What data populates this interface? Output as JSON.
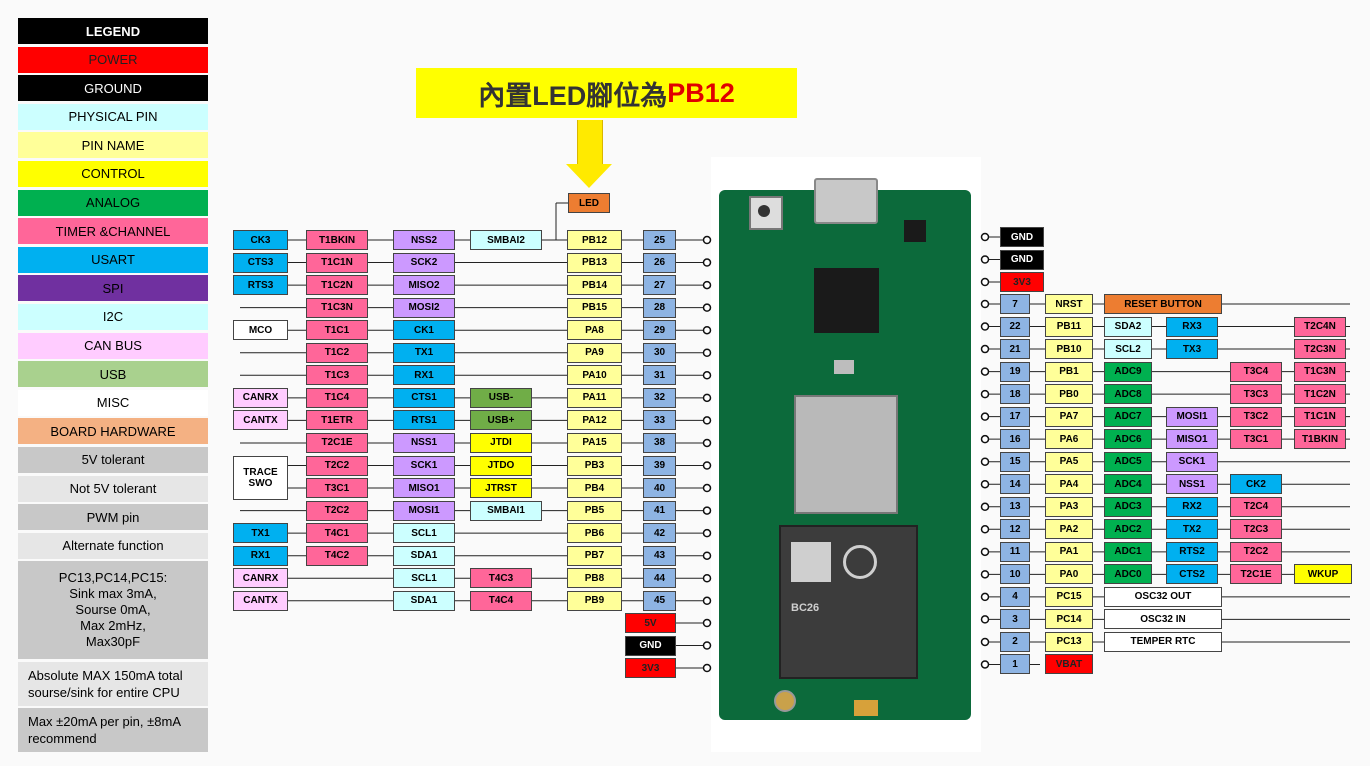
{
  "legend": [
    {
      "label": "LEGEND",
      "bg": "#000000",
      "fg": "#ffffff",
      "bold": true
    },
    {
      "label": "POWER",
      "bg": "#ff0000",
      "fg": "#222222"
    },
    {
      "label": "GROUND",
      "bg": "#000000",
      "fg": "#ffffff"
    },
    {
      "label": "PHYSICAL PIN",
      "bg": "#ccffff",
      "fg": "#000000"
    },
    {
      "label": "PIN NAME",
      "bg": "#ffff99",
      "fg": "#000000"
    },
    {
      "label": "CONTROL",
      "bg": "#ffff00",
      "fg": "#000000"
    },
    {
      "label": "ANALOG",
      "bg": "#00b050",
      "fg": "#000000"
    },
    {
      "label": "TIMER &CHANNEL",
      "bg": "#ff6699",
      "fg": "#000000"
    },
    {
      "label": "USART",
      "bg": "#00b0f0",
      "fg": "#000000"
    },
    {
      "label": "SPI",
      "bg": "#7030a0",
      "fg": "#000000"
    },
    {
      "label": "I2C",
      "bg": "#ccffff",
      "fg": "#000000"
    },
    {
      "label": "CAN BUS",
      "bg": "#ffccff",
      "fg": "#000000"
    },
    {
      "label": "USB",
      "bg": "#a9d18e",
      "fg": "#000000"
    },
    {
      "label": "MISC",
      "bg": "#ffffff",
      "fg": "#000000"
    },
    {
      "label": "BOARD HARDWARE",
      "bg": "#f4b183",
      "fg": "#000000"
    },
    {
      "label": "5V tolerant",
      "bg": "#c8c8c8",
      "fg": "#000000"
    },
    {
      "label": "Not 5V tolerant",
      "bg": "#e6e6e6",
      "fg": "#000000"
    },
    {
      "label": "PWM pin",
      "bg": "#c8c8c8",
      "fg": "#000000"
    },
    {
      "label": "Alternate function",
      "bg": "#e6e6e6",
      "fg": "#000000"
    },
    {
      "label": "PC13,PC14,PC15:\nSink max 3mA,\nSourse 0mA,\nMax 2mHz,\nMax30pF",
      "bg": "#c8c8c8",
      "fg": "#000000",
      "size": "tall"
    },
    {
      "label": "Absolute MAX 150mA total sourse/sink for entire CPU",
      "bg": "#e6e6e6",
      "fg": "#000000",
      "size": "mid"
    },
    {
      "label": "Max ±20mA per pin, ±8mA recommend",
      "bg": "#c8c8c8",
      "fg": "#000000",
      "size": "mid"
    }
  ],
  "callout": {
    "text": "內置LED腳位為",
    "highlight": "PB12"
  },
  "colors": {
    "physical": "#8eb4e3",
    "name": "#ffff99",
    "i2c": "#ccffff",
    "spi": "#cc99ff",
    "usart": "#00b0f0",
    "timer": "#ff6699",
    "can": "#ffccff",
    "usb": "#70ad47",
    "control": "#ffff00",
    "misc": "#ffffff",
    "analog": "#00b050",
    "power": "#ff0000",
    "ground": "#000000",
    "hardware": "#ed7d31",
    "smbai": "#ccffff"
  },
  "left_rows": [
    {
      "phys": "25",
      "pin": "PB12",
      "cells": [
        {
          "text": "CK3",
          "cat": "usart"
        },
        {
          "text": "T1BKIN",
          "cat": "timer"
        },
        {
          "text": "NSS2",
          "cat": "spi"
        },
        {
          "text": "SMBAI2",
          "cat": "smbai"
        }
      ]
    },
    {
      "phys": "26",
      "pin": "PB13",
      "cells": [
        {
          "text": "CTS3",
          "cat": "usart"
        },
        {
          "text": "T1C1N",
          "cat": "timer"
        },
        {
          "text": "SCK2",
          "cat": "spi"
        }
      ]
    },
    {
      "phys": "27",
      "pin": "PB14",
      "cells": [
        {
          "text": "RTS3",
          "cat": "usart"
        },
        {
          "text": "T1C2N",
          "cat": "timer"
        },
        {
          "text": "MISO2",
          "cat": "spi"
        }
      ]
    },
    {
      "phys": "28",
      "pin": "PB15",
      "cells": [
        {
          "text": "T1C3N",
          "cat": "timer"
        },
        {
          "text": "MOSI2",
          "cat": "spi"
        }
      ]
    },
    {
      "phys": "29",
      "pin": "PA8",
      "cells": [
        {
          "text": "MCO",
          "cat": "misc"
        },
        {
          "text": "T1C1",
          "cat": "timer"
        },
        {
          "text": "CK1",
          "cat": "usart"
        }
      ]
    },
    {
      "phys": "30",
      "pin": "PA9",
      "cells": [
        {
          "text": "T1C2",
          "cat": "timer"
        },
        {
          "text": "TX1",
          "cat": "usart"
        }
      ]
    },
    {
      "phys": "31",
      "pin": "PA10",
      "cells": [
        {
          "text": "T1C3",
          "cat": "timer"
        },
        {
          "text": "RX1",
          "cat": "usart"
        }
      ]
    },
    {
      "phys": "32",
      "pin": "PA11",
      "cells": [
        {
          "text": "CANRX",
          "cat": "can"
        },
        {
          "text": "T1C4",
          "cat": "timer"
        },
        {
          "text": "CTS1",
          "cat": "usart"
        },
        {
          "text": "USB-",
          "cat": "usb"
        }
      ]
    },
    {
      "phys": "33",
      "pin": "PA12",
      "cells": [
        {
          "text": "CANTX",
          "cat": "can"
        },
        {
          "text": "T1ETR",
          "cat": "timer"
        },
        {
          "text": "RTS1",
          "cat": "usart"
        },
        {
          "text": "USB+",
          "cat": "usb"
        }
      ]
    },
    {
      "phys": "38",
      "pin": "PA15",
      "cells": [
        {
          "text": "T2C1E",
          "cat": "timer"
        },
        {
          "text": "NSS1",
          "cat": "spi"
        },
        {
          "text": "JTDI",
          "cat": "control"
        }
      ]
    },
    {
      "phys": "39",
      "pin": "PB3",
      "cells": [
        {
          "text": "T2C2",
          "cat": "timer"
        },
        {
          "text": "SCK1",
          "cat": "spi"
        },
        {
          "text": "JTDO",
          "cat": "control"
        }
      ]
    },
    {
      "phys": "40",
      "pin": "PB4",
      "cells": [
        {
          "text": "T3C1",
          "cat": "timer"
        },
        {
          "text": "MISO1",
          "cat": "spi"
        },
        {
          "text": "JTRST",
          "cat": "control"
        }
      ]
    },
    {
      "phys": "41",
      "pin": "PB5",
      "cells": [
        {
          "text": "T2C2",
          "cat": "timer"
        },
        {
          "text": "MOSI1",
          "cat": "spi"
        },
        {
          "text": "SMBAI1",
          "cat": "smbai"
        }
      ]
    },
    {
      "phys": "42",
      "pin": "PB6",
      "cells": [
        {
          "text": "TX1",
          "cat": "usart"
        },
        {
          "text": "T4C1",
          "cat": "timer"
        },
        {
          "text": "SCL1",
          "cat": "i2c"
        }
      ]
    },
    {
      "phys": "43",
      "pin": "PB7",
      "cells": [
        {
          "text": "RX1",
          "cat": "usart"
        },
        {
          "text": "T4C2",
          "cat": "timer"
        },
        {
          "text": "SDA1",
          "cat": "i2c"
        }
      ]
    },
    {
      "phys": "44",
      "pin": "PB8",
      "cells": [
        {
          "text": "CANRX",
          "cat": "can"
        },
        {
          "text": "SCL1",
          "cat": "i2c"
        },
        {
          "text": "T4C3",
          "cat": "timer"
        }
      ]
    },
    {
      "phys": "45",
      "pin": "PB9",
      "cells": [
        {
          "text": "CANTX",
          "cat": "can"
        },
        {
          "text": "SDA1",
          "cat": "i2c"
        },
        {
          "text": "T4C4",
          "cat": "timer"
        }
      ]
    }
  ],
  "left_power": [
    {
      "text": "5V",
      "cat": "power"
    },
    {
      "text": "GND",
      "cat": "ground"
    },
    {
      "text": "3V3",
      "cat": "power"
    }
  ],
  "trace_label": "TRACE\nSWO",
  "led_label": "LED",
  "right_top": [
    {
      "text": "GND",
      "cat": "ground"
    },
    {
      "text": "GND",
      "cat": "ground"
    },
    {
      "text": "3V3",
      "cat": "power"
    }
  ],
  "right_rows": [
    {
      "phys": "7",
      "pin": "NRST",
      "cells": [
        {
          "text": "RESET BUTTON",
          "cat": "hardware"
        }
      ]
    },
    {
      "phys": "22",
      "pin": "PB11",
      "cells": [
        {
          "text": "SDA2",
          "cat": "i2c"
        },
        {
          "text": "RX3",
          "cat": "usart"
        },
        {
          "text": "T2C4N",
          "cat": "timer"
        }
      ]
    },
    {
      "phys": "21",
      "pin": "PB10",
      "cells": [
        {
          "text": "SCL2",
          "cat": "i2c"
        },
        {
          "text": "TX3",
          "cat": "usart"
        },
        {
          "text": "T2C3N",
          "cat": "timer"
        }
      ]
    },
    {
      "phys": "19",
      "pin": "PB1",
      "cells": [
        {
          "text": "ADC9",
          "cat": "analog"
        },
        {
          "text": "T3C4",
          "cat": "timer"
        },
        {
          "text": "T1C3N",
          "cat": "timer"
        }
      ]
    },
    {
      "phys": "18",
      "pin": "PB0",
      "cells": [
        {
          "text": "ADC8",
          "cat": "analog"
        },
        {
          "text": "T3C3",
          "cat": "timer"
        },
        {
          "text": "T1C2N",
          "cat": "timer"
        }
      ]
    },
    {
      "phys": "17",
      "pin": "PA7",
      "cells": [
        {
          "text": "ADC7",
          "cat": "analog"
        },
        {
          "text": "MOSI1",
          "cat": "spi"
        },
        {
          "text": "T3C2",
          "cat": "timer"
        },
        {
          "text": "T1C1N",
          "cat": "timer"
        }
      ]
    },
    {
      "phys": "16",
      "pin": "PA6",
      "cells": [
        {
          "text": "ADC6",
          "cat": "analog"
        },
        {
          "text": "MISO1",
          "cat": "spi"
        },
        {
          "text": "T3C1",
          "cat": "timer"
        },
        {
          "text": "T1BKIN",
          "cat": "timer"
        }
      ]
    },
    {
      "phys": "15",
      "pin": "PA5",
      "cells": [
        {
          "text": "ADC5",
          "cat": "analog"
        },
        {
          "text": "SCK1",
          "cat": "spi"
        }
      ]
    },
    {
      "phys": "14",
      "pin": "PA4",
      "cells": [
        {
          "text": "ADC4",
          "cat": "analog"
        },
        {
          "text": "NSS1",
          "cat": "spi"
        },
        {
          "text": "CK2",
          "cat": "usart"
        }
      ]
    },
    {
      "phys": "13",
      "pin": "PA3",
      "cells": [
        {
          "text": "ADC3",
          "cat": "analog"
        },
        {
          "text": "RX2",
          "cat": "usart"
        },
        {
          "text": "T2C4",
          "cat": "timer"
        }
      ]
    },
    {
      "phys": "12",
      "pin": "PA2",
      "cells": [
        {
          "text": "ADC2",
          "cat": "analog"
        },
        {
          "text": "TX2",
          "cat": "usart"
        },
        {
          "text": "T2C3",
          "cat": "timer"
        }
      ]
    },
    {
      "phys": "11",
      "pin": "PA1",
      "cells": [
        {
          "text": "ADC1",
          "cat": "analog"
        },
        {
          "text": "RTS2",
          "cat": "usart"
        },
        {
          "text": "T2C2",
          "cat": "timer"
        }
      ]
    },
    {
      "phys": "10",
      "pin": "PA0",
      "cells": [
        {
          "text": "ADC0",
          "cat": "analog"
        },
        {
          "text": "CTS2",
          "cat": "usart"
        },
        {
          "text": "T2C1E",
          "cat": "timer"
        },
        {
          "text": "WKUP",
          "cat": "control"
        }
      ]
    },
    {
      "phys": "4",
      "pin": "PC15",
      "cells": [
        {
          "text": "OSC32 OUT",
          "cat": "misc"
        }
      ]
    },
    {
      "phys": "3",
      "pin": "PC14",
      "cells": [
        {
          "text": "OSC32 IN",
          "cat": "misc"
        }
      ]
    },
    {
      "phys": "2",
      "pin": "PC13",
      "cells": [
        {
          "text": "TEMPER RTC",
          "cat": "misc"
        }
      ]
    },
    {
      "phys": "1",
      "pin": "VBAT",
      "pin_cat": "power",
      "cells": []
    }
  ],
  "module_label": "BC26"
}
